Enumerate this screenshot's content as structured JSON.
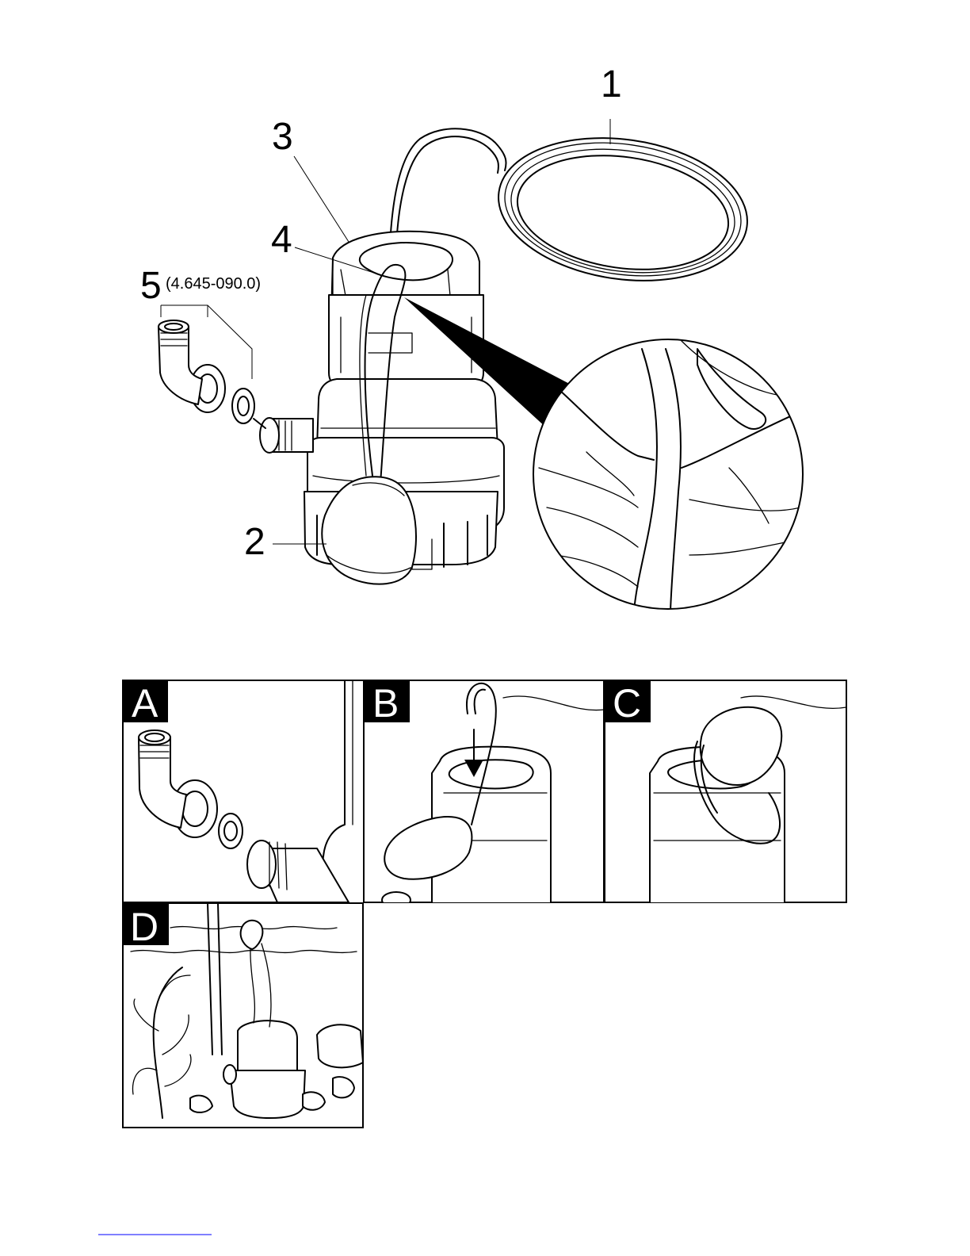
{
  "callouts": {
    "c1": "1",
    "c2": "2",
    "c3": "3",
    "c4": "4",
    "c5": "5",
    "c5_part_number": "(4.645-090.0)"
  },
  "panels": {
    "a": "A",
    "b": "B",
    "c": "C",
    "d": "D"
  }
}
